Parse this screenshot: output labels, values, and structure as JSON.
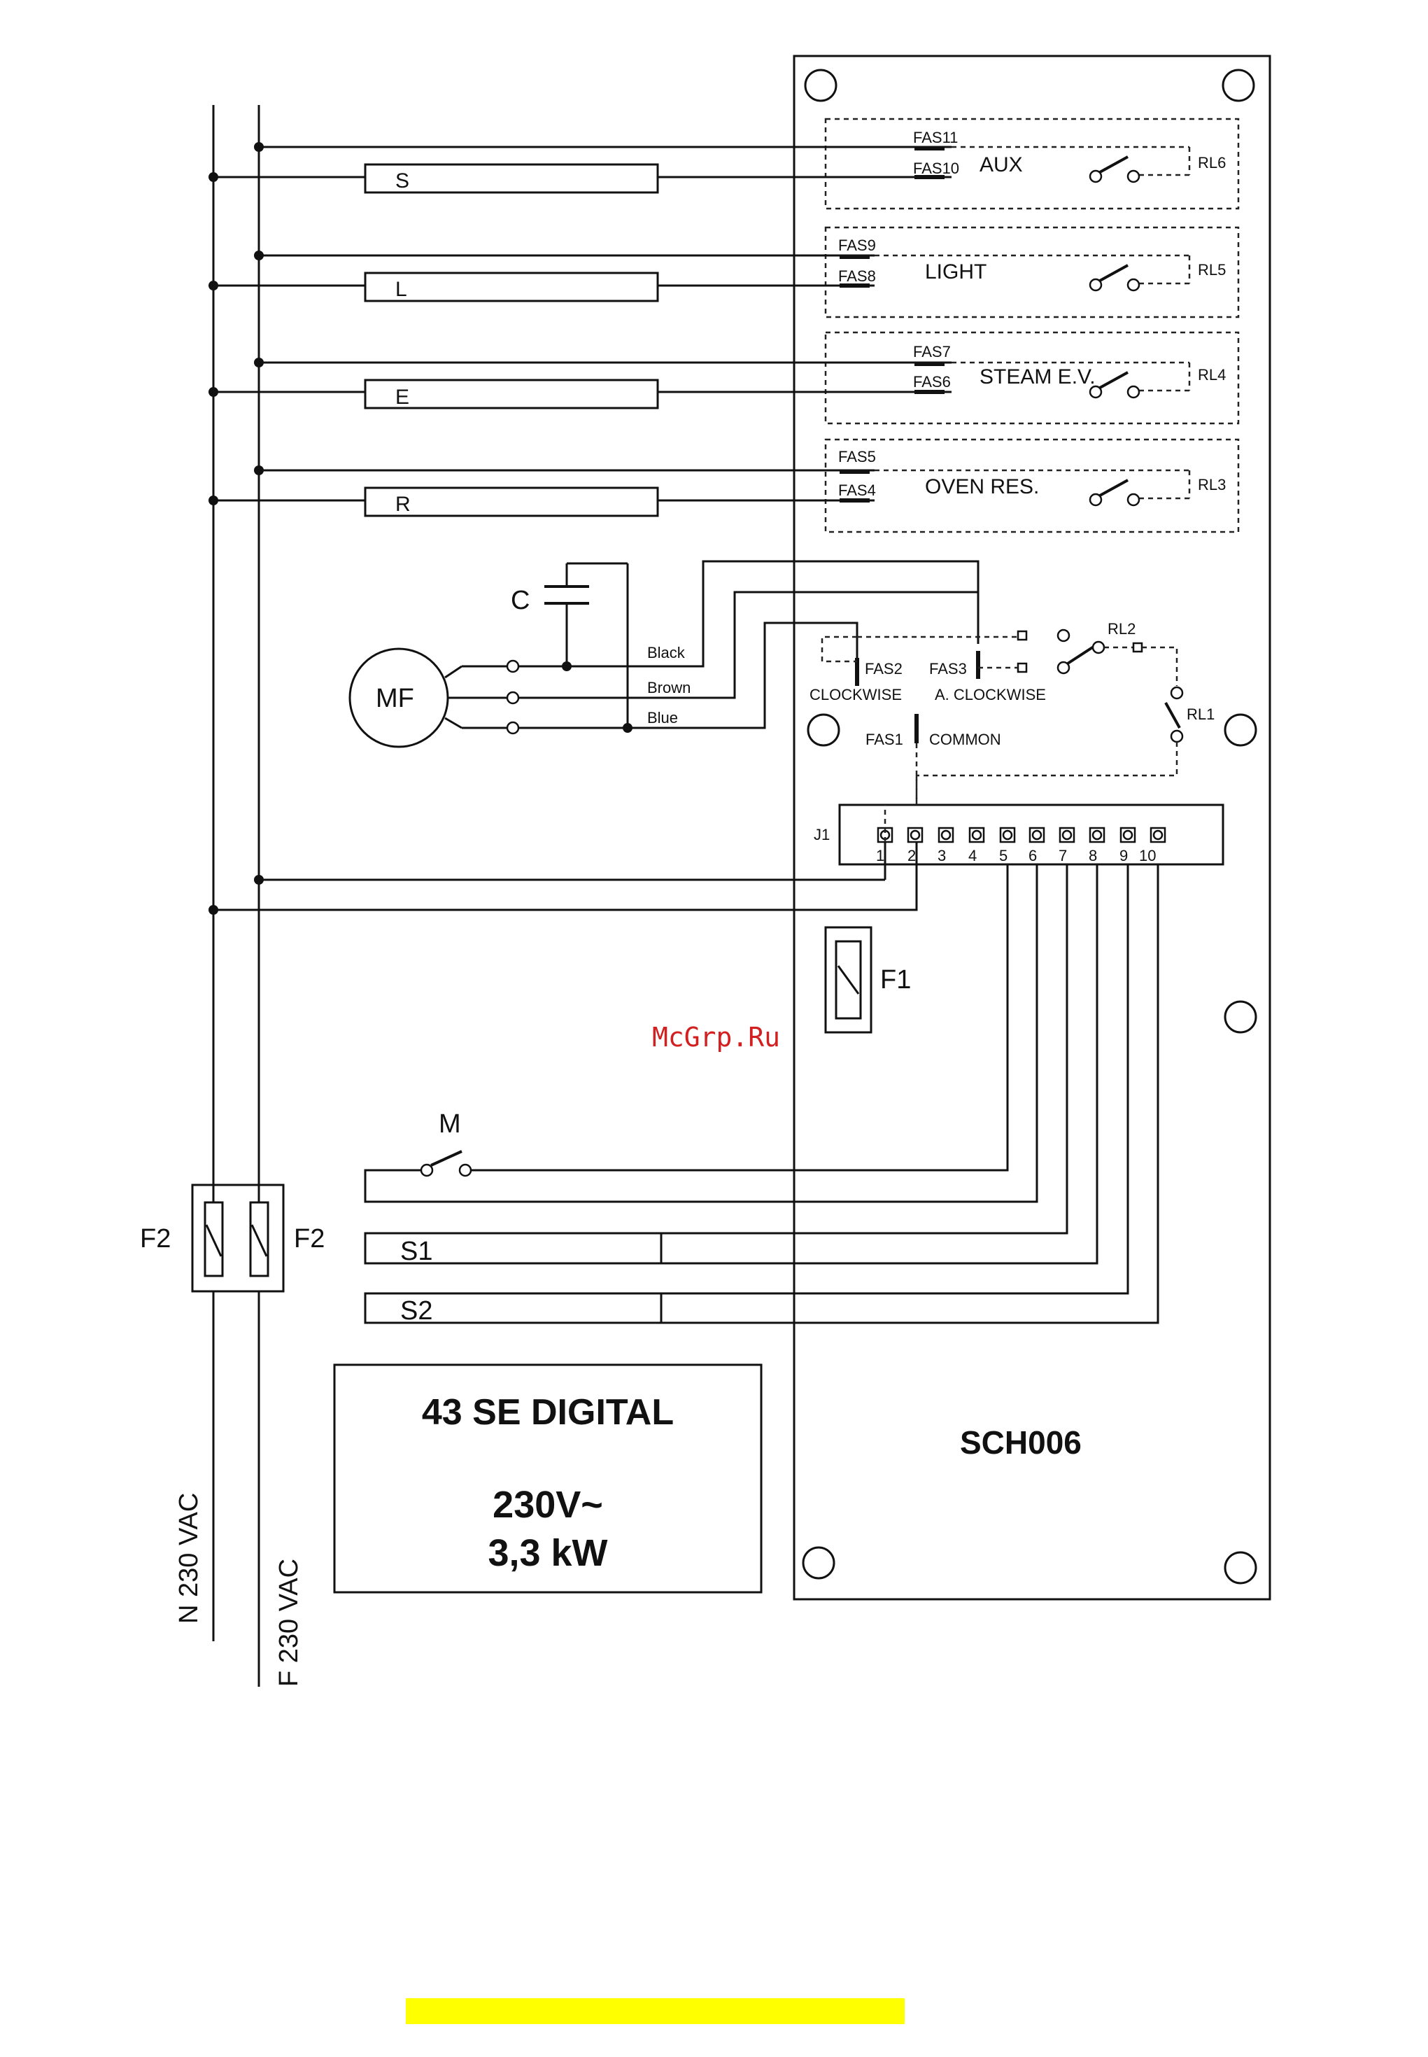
{
  "supply": {
    "neutral_label": "N 230 VAC",
    "phase_label": "F 230 VAC"
  },
  "loads": {
    "s": "S",
    "l": "L",
    "e": "E",
    "r": "R",
    "s1": "S1",
    "s2": "S2"
  },
  "relays": {
    "rl6": {
      "label": "RL6",
      "fas_a": "FAS11",
      "fas_b": "FAS10",
      "name": "AUX"
    },
    "rl5": {
      "label": "RL5",
      "fas_a": "FAS9",
      "fas_b": "FAS8",
      "name": "LIGHT"
    },
    "rl4": {
      "label": "RL4",
      "fas_a": "FAS7",
      "fas_b": "FAS6",
      "name": "STEAM E.V."
    },
    "rl3": {
      "label": "RL3",
      "fas_a": "FAS5",
      "fas_b": "FAS4",
      "name": "OVEN RES."
    },
    "rl2": "RL2",
    "rl1": "RL1"
  },
  "motor": {
    "label": "MF",
    "capacitor": "C",
    "wires": [
      "Black",
      "Brown",
      "Blue"
    ]
  },
  "fan_contacts": {
    "fas2": "FAS2",
    "clockwise": "CLOCKWISE",
    "fas3": "FAS3",
    "anticlockwise": "A. CLOCKWISE",
    "fas1": "FAS1",
    "common": "COMMON"
  },
  "connector": {
    "label": "J1",
    "pins": [
      "1",
      "2",
      "3",
      "4",
      "5",
      "6",
      "7",
      "8",
      "9",
      "10"
    ]
  },
  "fuses": {
    "f1": "F1",
    "f2_left": "F2",
    "f2_right": "F2"
  },
  "switch_m": "M",
  "board": "SCH006",
  "watermark": "McGrp.Ru",
  "title_block": {
    "model": "43 SE DIGITAL",
    "voltage": "230V~",
    "power": "3,3 kW"
  }
}
